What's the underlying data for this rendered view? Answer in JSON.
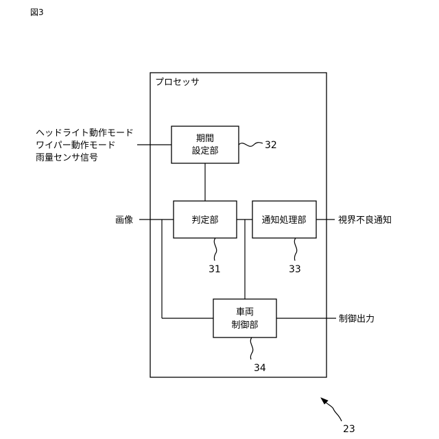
{
  "figure_label": "図3",
  "processor": {
    "label": "プロセッサ",
    "ref": "23"
  },
  "blocks": {
    "period_setting": {
      "line1": "期間",
      "line2": "設定部",
      "ref": "32"
    },
    "judgment": {
      "label": "判定部",
      "ref": "31"
    },
    "notification": {
      "label": "通知処理部",
      "ref": "33"
    },
    "vehicle_control": {
      "line1": "車両",
      "line2": "制御部",
      "ref": "34"
    }
  },
  "inputs": {
    "headlight_mode": "ヘッドライト動作モード",
    "wiper_mode": "ワイパー動作モード",
    "rain_sensor": "雨量センサ信号",
    "image": "画像"
  },
  "outputs": {
    "visibility_notice": "視界不良通知",
    "control_output": "制御出力"
  }
}
